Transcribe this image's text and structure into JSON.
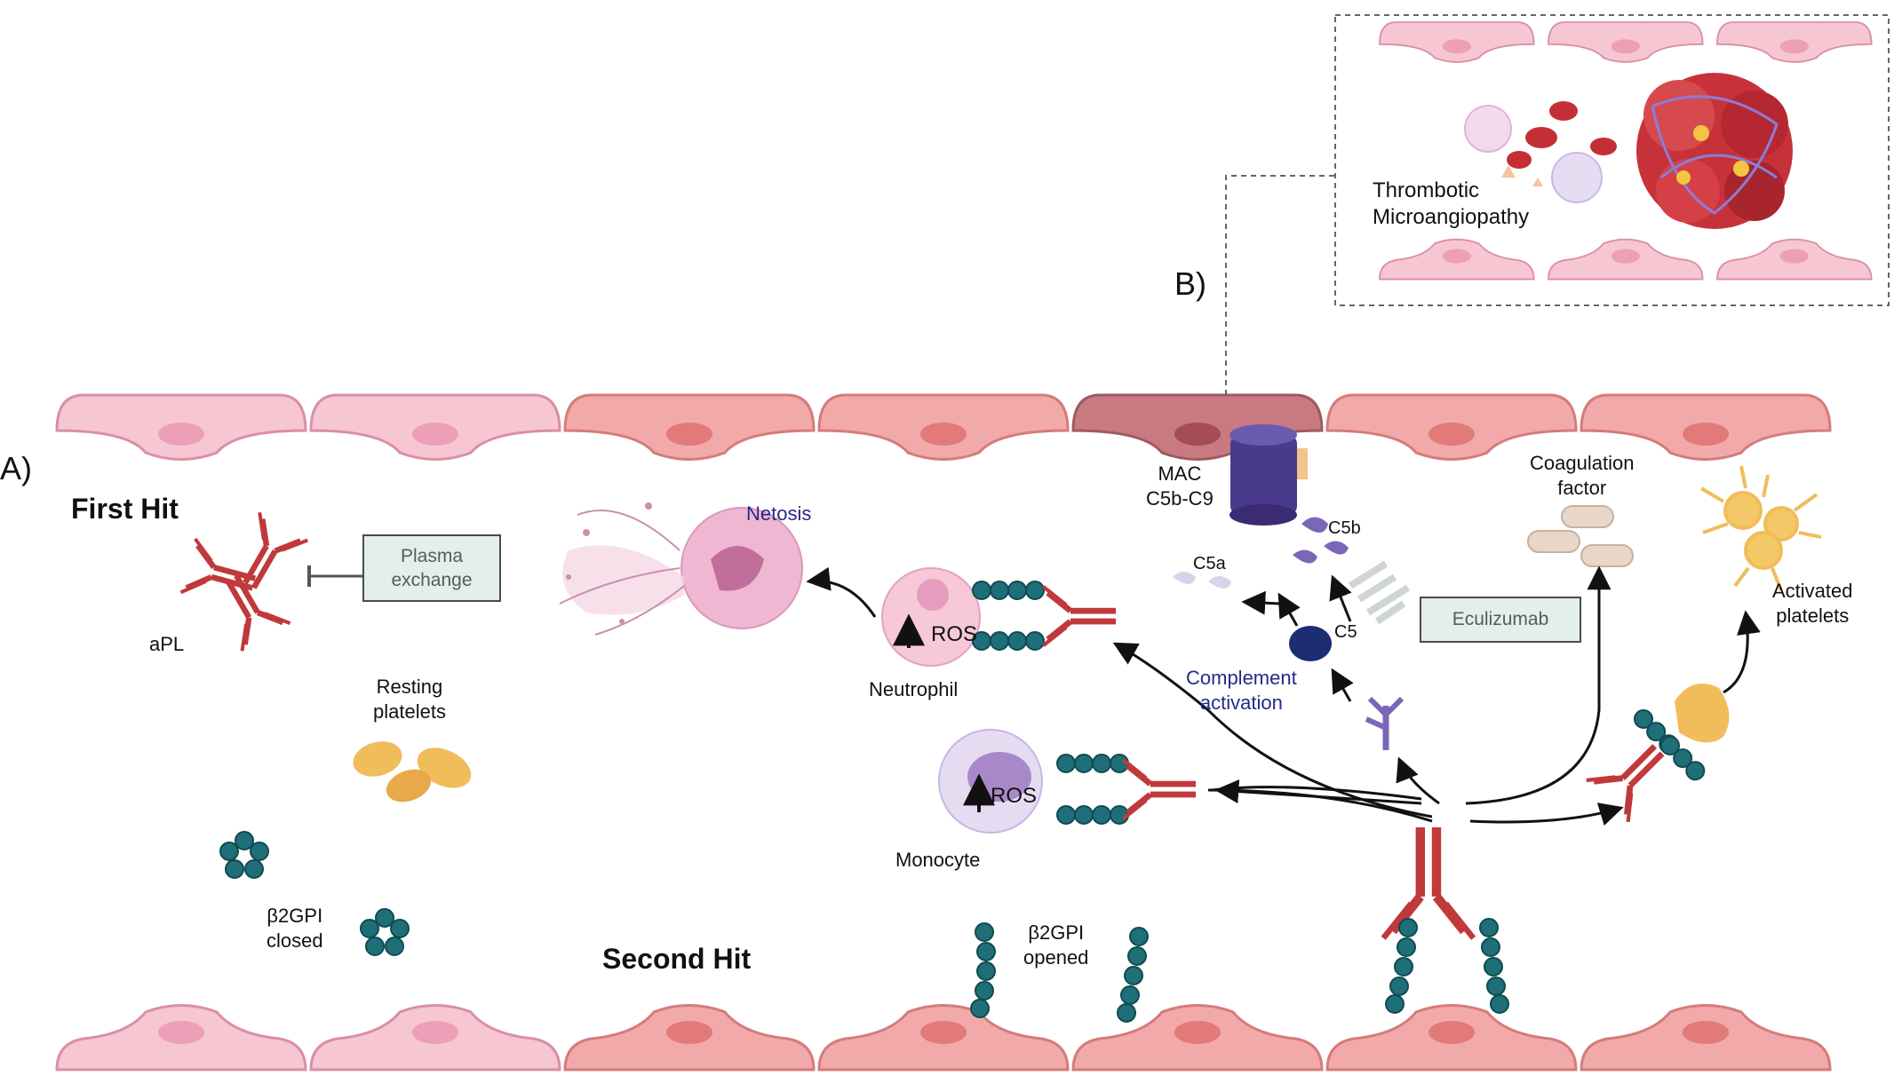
{
  "panel_a": {
    "label": "A)",
    "first_hit": "First Hit",
    "second_hit": "Second Hit",
    "apl": "aPL",
    "plasma_exchange_line1": "Plasma",
    "plasma_exchange_line2": "exchange",
    "resting_platelets_line1": "Resting",
    "resting_platelets_line2": "platelets",
    "b2gpi_closed_line1": "β2GPI",
    "b2gpi_closed_line2": "closed",
    "b2gpi_opened_line1": "β2GPI",
    "b2gpi_opened_line2": "opened",
    "netosis": "Netosis",
    "neutrophil": "Neutrophil",
    "monocyte": "Monocyte",
    "ros": "ROS",
    "mac_line1": "MAC",
    "mac_line2": "C5b-C9",
    "c5b": "C5b",
    "c5a": "C5a",
    "c5": "C5",
    "complement_line1": "Complement",
    "complement_line2": "activation",
    "eculizumab": "Eculizumab",
    "coagulation_line1": "Coagulation",
    "coagulation_line2": "factor",
    "activated_line1": "Activated",
    "activated_line2": "platelets"
  },
  "panel_b": {
    "label": "B)",
    "tma_line1": "Thrombotic",
    "tma_line2": "Microangiopathy"
  },
  "colors": {
    "endothelium_light": "#f7c6d3",
    "endothelium_dark": "#ec9a9a",
    "antibody": "#c0393b",
    "b2gpi": "#1f6f78",
    "platelet": "#f0bd5a",
    "complement": "#4a3a8c",
    "eculizumab_box": "#e3efe9"
  }
}
